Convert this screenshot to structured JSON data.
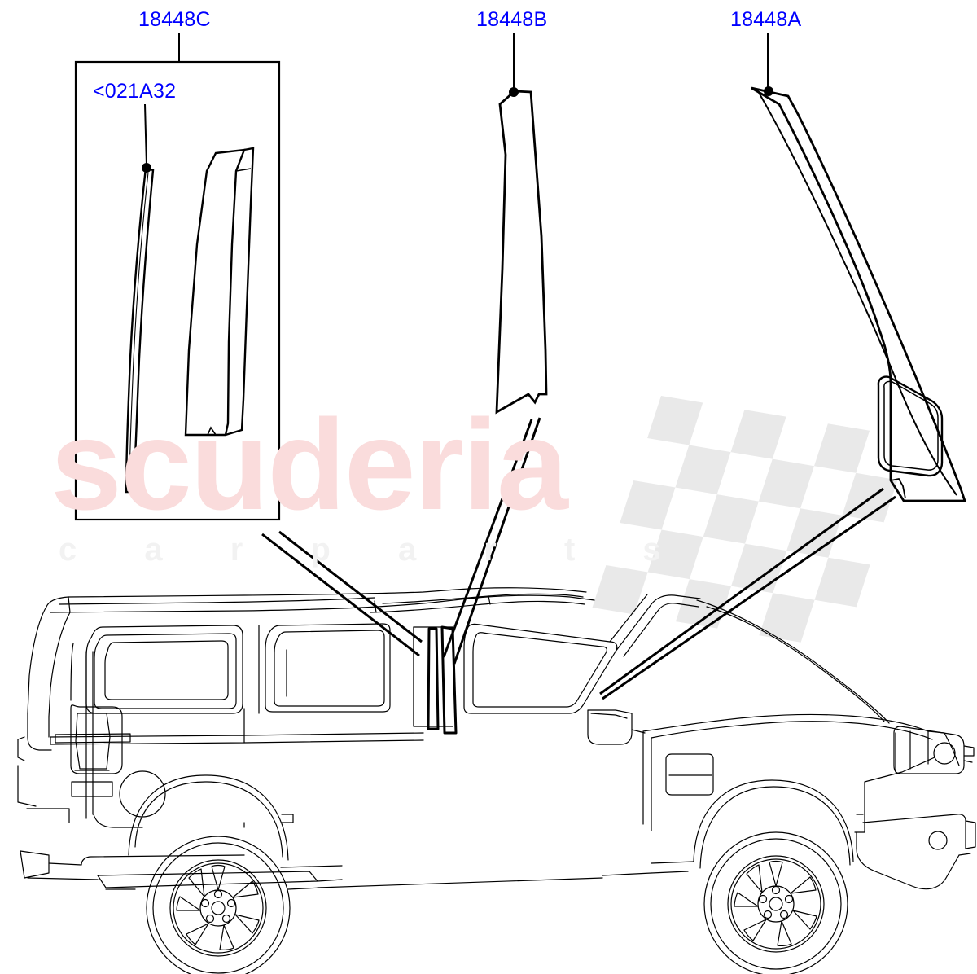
{
  "diagram": {
    "title_parts": [
      "18448C",
      "18448B",
      "18448A"
    ],
    "callouts": [
      {
        "id": "label-18448C",
        "text": "18448C"
      },
      {
        "id": "label-18448B",
        "text": "18448B"
      },
      {
        "id": "label-18448A",
        "text": "18448A"
      },
      {
        "id": "label-021A32",
        "text": "<021A32"
      }
    ],
    "watermark": {
      "brand": "scuderia",
      "tagline": "c a r p a r t s",
      "brand_color": "#fadcdc",
      "tagline_color": "#f2f2f2",
      "flag_color": "#e8e8e8"
    },
    "colors": {
      "callout_blue": "#0000ff",
      "line_black": "#000000",
      "background": "#ffffff"
    },
    "vehicle": {
      "name": "land-rover-discovery-side-view",
      "orientation": "left-side-profile",
      "wheels": 2,
      "wheel_spokes": 7,
      "lug_nuts": 5
    },
    "parts": [
      {
        "ref": "18448C",
        "name": "b-pillar-trim-set-boxed",
        "boxed": true,
        "sub_ref": "<021A32",
        "items": [
          "weatherstrip-moulding",
          "b-pillar-applique-panel"
        ]
      },
      {
        "ref": "18448B",
        "name": "b-pillar-applique",
        "boxed": false
      },
      {
        "ref": "18448A",
        "name": "a-pillar-quarter-applique",
        "boxed": false
      }
    ]
  }
}
